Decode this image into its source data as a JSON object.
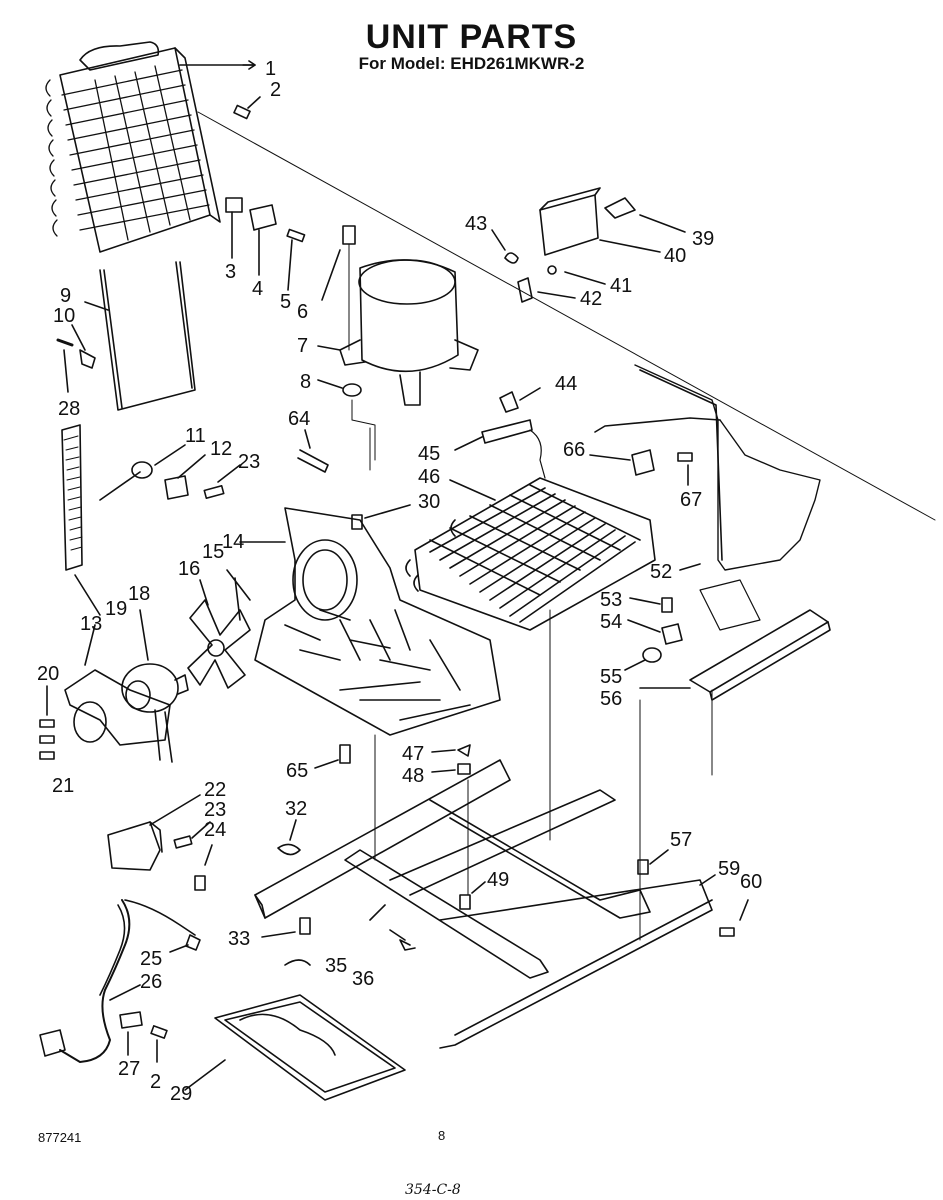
{
  "header": {
    "title": "UNIT PARTS",
    "model_line": "For Model: EHD261MKWR-2"
  },
  "footer": {
    "doc_number": "877241",
    "page_number": "8",
    "handwritten_note": "354-C-8"
  },
  "callouts": [
    {
      "id": "c1",
      "label": "1"
    },
    {
      "id": "c2a",
      "label": "2"
    },
    {
      "id": "c3",
      "label": "3"
    },
    {
      "id": "c4",
      "label": "4"
    },
    {
      "id": "c5",
      "label": "5"
    },
    {
      "id": "c6",
      "label": "6"
    },
    {
      "id": "c7",
      "label": "7"
    },
    {
      "id": "c8",
      "label": "8"
    },
    {
      "id": "c9",
      "label": "9"
    },
    {
      "id": "c10",
      "label": "10"
    },
    {
      "id": "c11",
      "label": "11"
    },
    {
      "id": "c12",
      "label": "12"
    },
    {
      "id": "c13",
      "label": "13"
    },
    {
      "id": "c14",
      "label": "14"
    },
    {
      "id": "c15",
      "label": "15"
    },
    {
      "id": "c16",
      "label": "16"
    },
    {
      "id": "c18",
      "label": "18"
    },
    {
      "id": "c19",
      "label": "19"
    },
    {
      "id": "c20",
      "label": "20"
    },
    {
      "id": "c21",
      "label": "21"
    },
    {
      "id": "c22",
      "label": "22"
    },
    {
      "id": "c23a",
      "label": "23"
    },
    {
      "id": "c23b",
      "label": "23"
    },
    {
      "id": "c24",
      "label": "24"
    },
    {
      "id": "c25",
      "label": "25"
    },
    {
      "id": "c26",
      "label": "26"
    },
    {
      "id": "c27",
      "label": "27"
    },
    {
      "id": "c2b",
      "label": "2"
    },
    {
      "id": "c28",
      "label": "28"
    },
    {
      "id": "c29",
      "label": "29"
    },
    {
      "id": "c30",
      "label": "30"
    },
    {
      "id": "c32",
      "label": "32"
    },
    {
      "id": "c33",
      "label": "33"
    },
    {
      "id": "c35",
      "label": "35"
    },
    {
      "id": "c36",
      "label": "36"
    },
    {
      "id": "c39",
      "label": "39"
    },
    {
      "id": "c40",
      "label": "40"
    },
    {
      "id": "c41",
      "label": "41"
    },
    {
      "id": "c42",
      "label": "42"
    },
    {
      "id": "c43",
      "label": "43"
    },
    {
      "id": "c44",
      "label": "44"
    },
    {
      "id": "c45",
      "label": "45"
    },
    {
      "id": "c46",
      "label": "46"
    },
    {
      "id": "c47",
      "label": "47"
    },
    {
      "id": "c48",
      "label": "48"
    },
    {
      "id": "c49",
      "label": "49"
    },
    {
      "id": "c52",
      "label": "52"
    },
    {
      "id": "c53",
      "label": "53"
    },
    {
      "id": "c54",
      "label": "54"
    },
    {
      "id": "c55",
      "label": "55"
    },
    {
      "id": "c56",
      "label": "56"
    },
    {
      "id": "c57",
      "label": "57"
    },
    {
      "id": "c59",
      "label": "59"
    },
    {
      "id": "c60",
      "label": "60"
    },
    {
      "id": "c64",
      "label": "64"
    },
    {
      "id": "c65",
      "label": "65"
    },
    {
      "id": "c66",
      "label": "66"
    },
    {
      "id": "c67",
      "label": "67"
    }
  ],
  "colors": {
    "ink": "#111111",
    "paper": "#ffffff"
  }
}
